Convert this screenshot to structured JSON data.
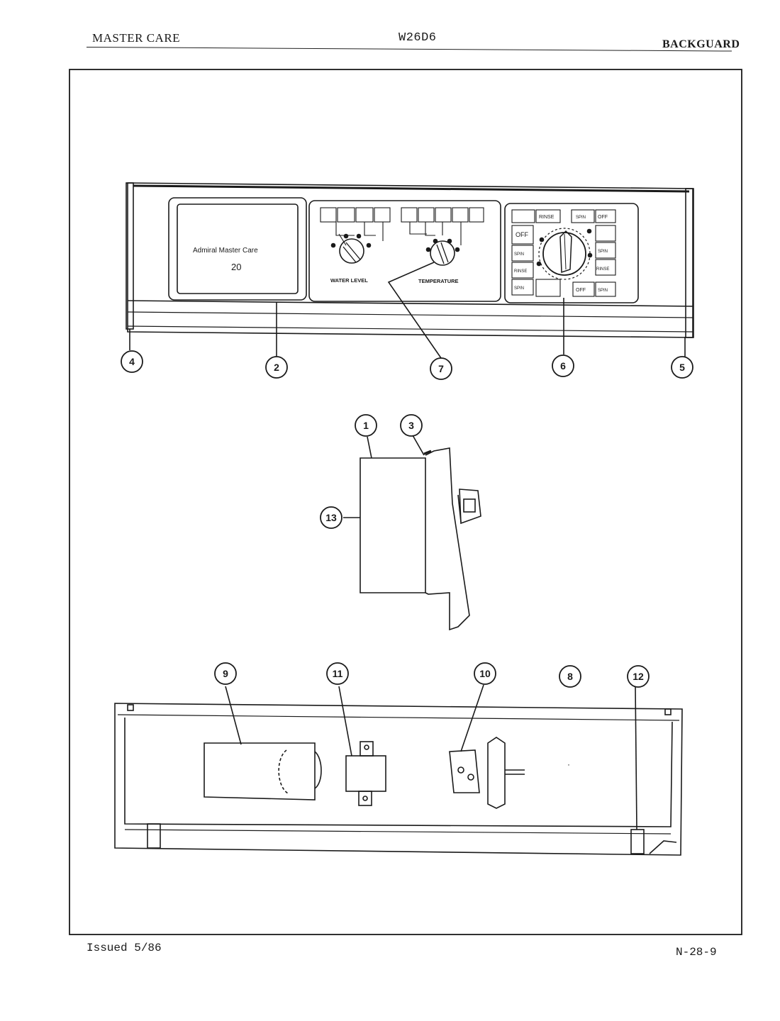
{
  "header": {
    "brand": "MASTER CARE",
    "model": "W26D6",
    "section": "BACKGUARD"
  },
  "footer": {
    "issued": "Issued 5/86",
    "page_code": "N-28-9"
  },
  "control_panel": {
    "nameplate_line1": "Admiral Master Care",
    "nameplate_line2": "20",
    "water_level_label": "WATER LEVEL",
    "temperature_label": "TEMPERATURE",
    "timer_left_labels": [
      "OFF",
      "SPIN",
      "RINSE",
      "SPIN"
    ],
    "timer_top_label": "RINSE",
    "timer_right_labels": [
      "SPIN",
      "OFF",
      "SPIN",
      "RINSE"
    ],
    "timer_bottom_labels": [
      "OFF",
      "SPIN"
    ]
  },
  "callouts": {
    "c1": "1",
    "c2": "2",
    "c3": "3",
    "c4": "4",
    "c5": "5",
    "c6": "6",
    "c7": "7",
    "c8": "8",
    "c9": "9",
    "c10": "10",
    "c11": "11",
    "c12": "12",
    "c13": "13"
  }
}
